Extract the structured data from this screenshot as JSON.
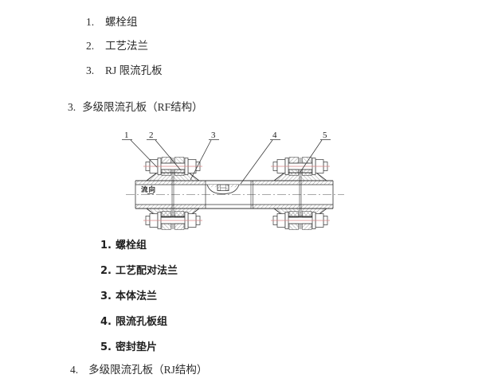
{
  "top_list": {
    "items": [
      {
        "num": "1.",
        "label": "螺栓组"
      },
      {
        "num": "2.",
        "label": "工艺法兰"
      },
      {
        "num": "3.",
        "label": "RJ 限流孔板"
      }
    ]
  },
  "sections": {
    "rf": {
      "num": "3.",
      "title": "多级限流孔板（RF结构）"
    },
    "rj": {
      "num": "4.",
      "title": "多级限流孔板（RJ结构）"
    }
  },
  "figure": {
    "callouts": [
      {
        "n": "1"
      },
      {
        "n": "2"
      },
      {
        "n": "3"
      },
      {
        "n": "4"
      },
      {
        "n": "5"
      }
    ],
    "flow_label": "流向",
    "colors": {
      "line": "#333333",
      "hatch": "#4a4a4a",
      "bolt_centerline": "#d98585",
      "background": "#ffffff"
    }
  },
  "parts_list": {
    "items": [
      {
        "num": "1.",
        "label": "螺栓组"
      },
      {
        "num": "2.",
        "label": "工艺配对法兰"
      },
      {
        "num": "3.",
        "label": "本体法兰"
      },
      {
        "num": "4.",
        "label": "限流孔板组"
      },
      {
        "num": "5.",
        "label": "密封垫片"
      }
    ]
  }
}
